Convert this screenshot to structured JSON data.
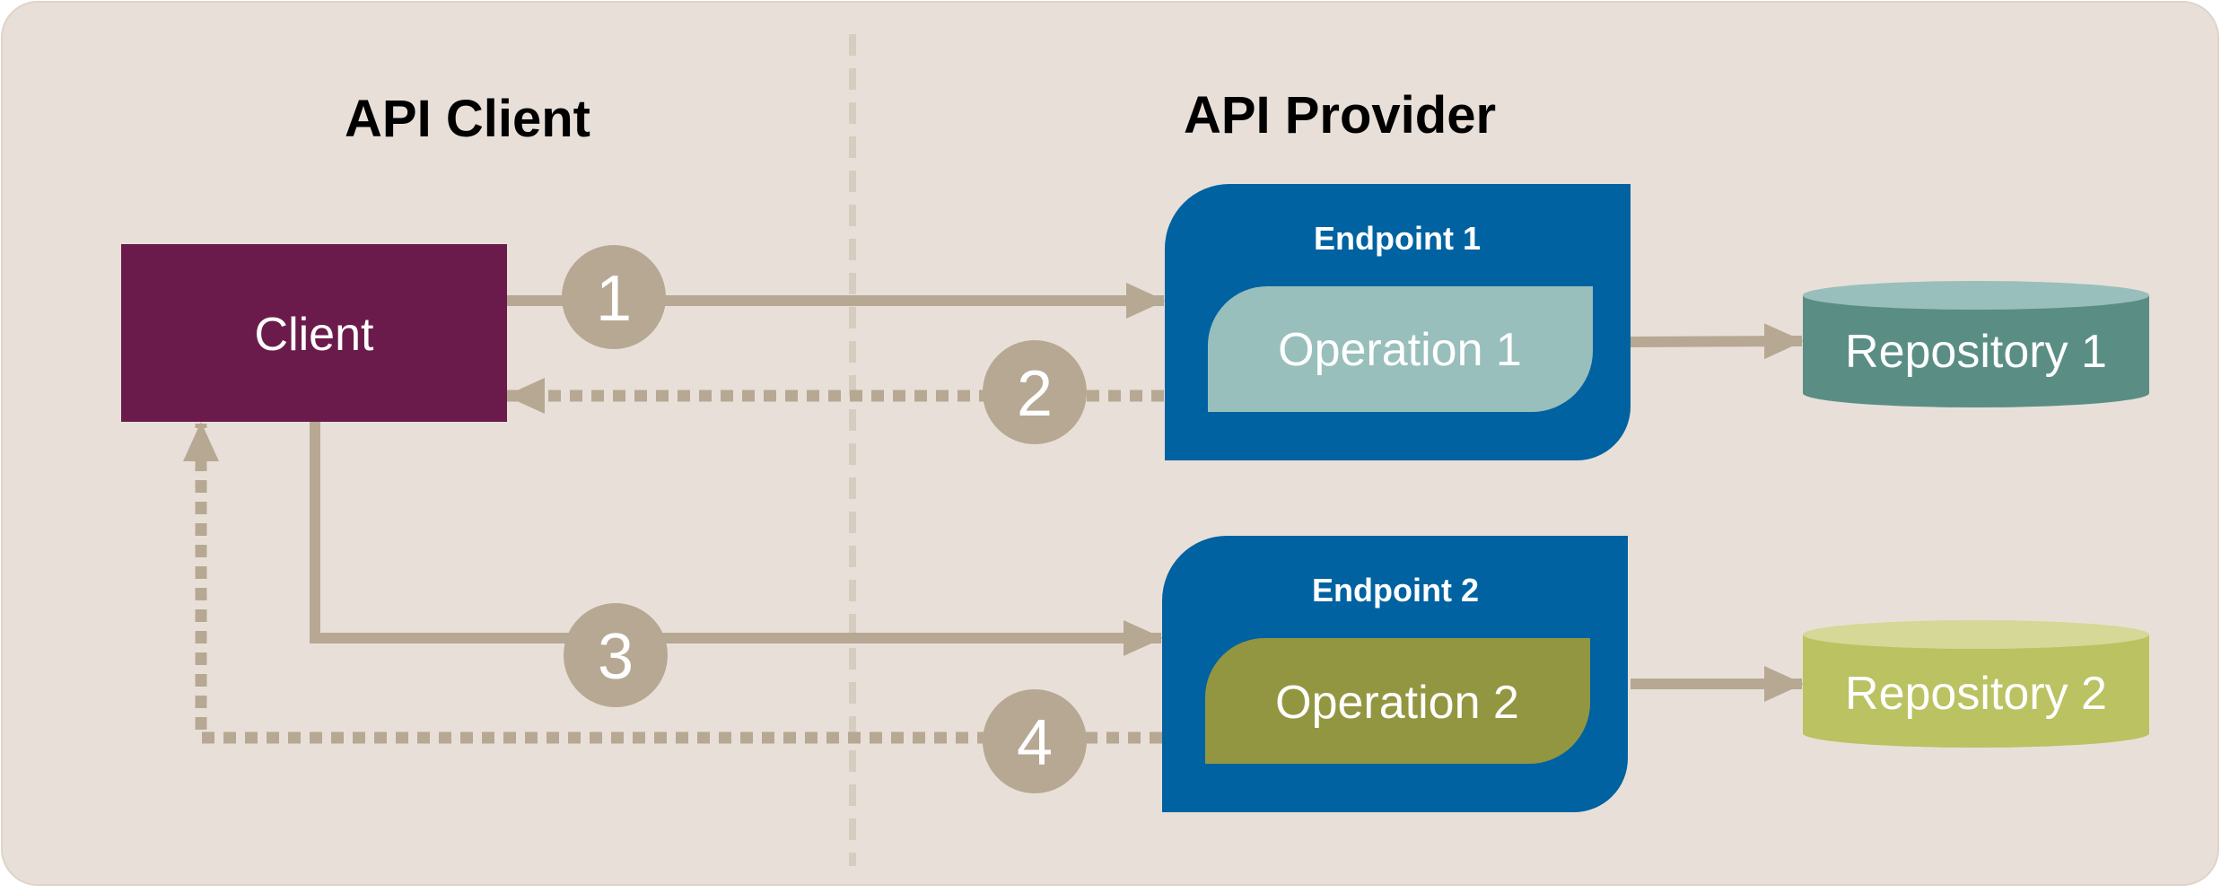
{
  "headings": {
    "client_side": "API Client",
    "provider_side": "API Provider"
  },
  "client": {
    "label": "Client"
  },
  "endpoints": [
    {
      "title": "Endpoint 1",
      "operation": "Operation 1",
      "repository": "Repository 1"
    },
    {
      "title": "Endpoint 2",
      "operation": "Operation 2",
      "repository": "Repository 2"
    }
  ],
  "steps": [
    "1",
    "2",
    "3",
    "4"
  ],
  "colors": {
    "background": "#e8e0d8",
    "client": "#6b1b4b",
    "endpoint": "#0062a0",
    "operation_1": "#98bfbb",
    "operation_2": "#939640",
    "repository_1": "#5a8e85",
    "repository_2": "#bac262",
    "arrow": "#b7a893",
    "divider": "#d6ccc0"
  }
}
